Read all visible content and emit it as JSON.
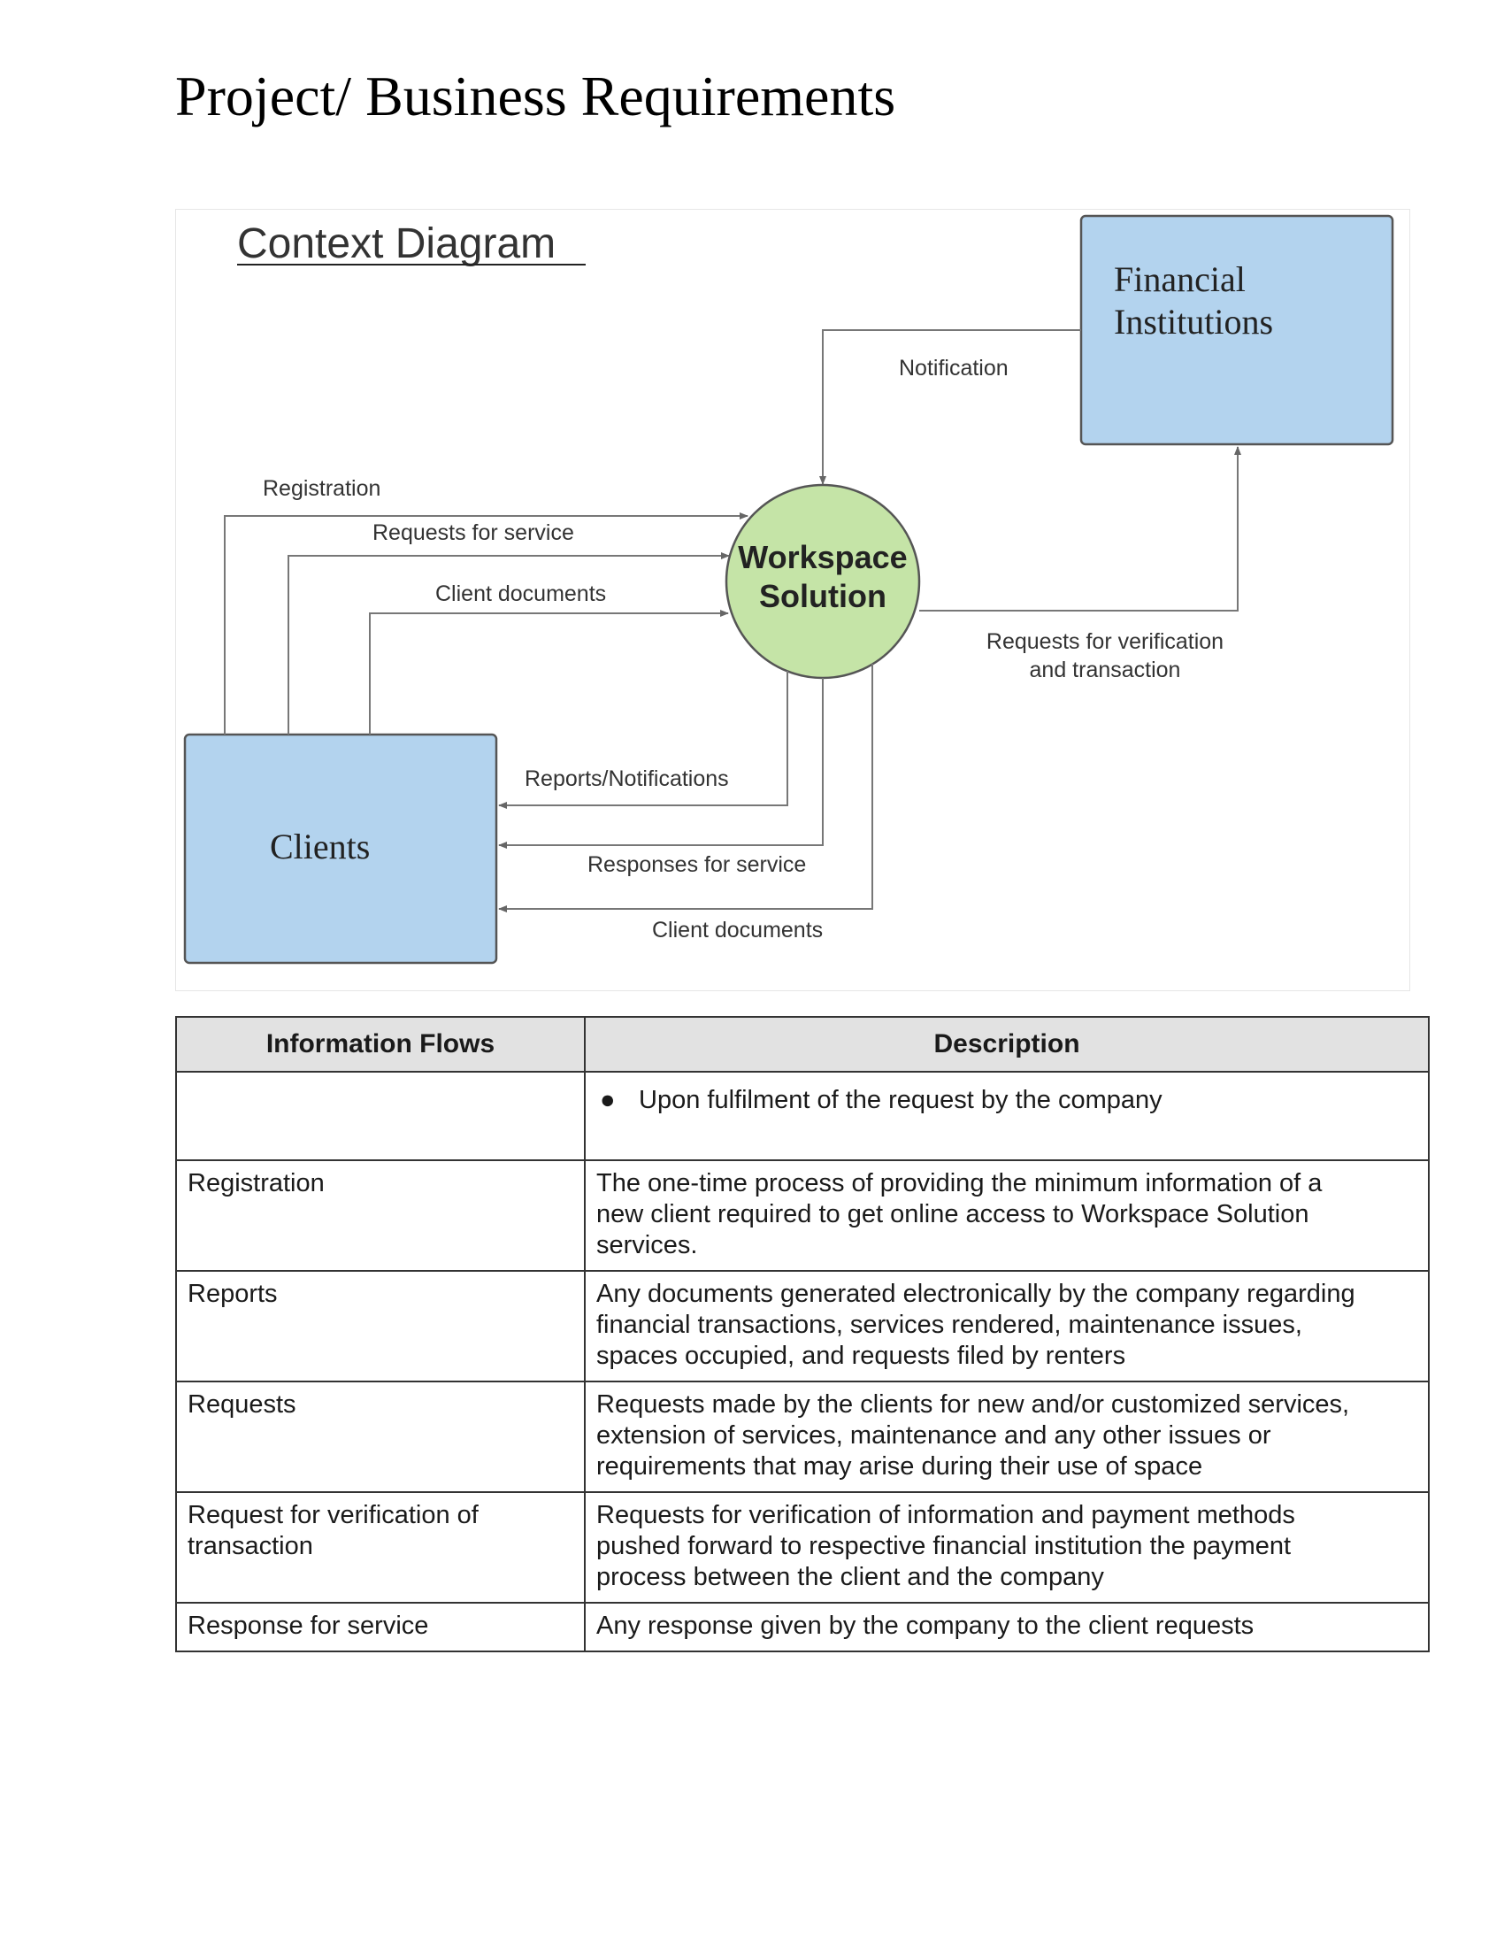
{
  "page": {
    "title": "Project/ Business Requirements"
  },
  "diagram": {
    "title": "Context Diagram",
    "entities": {
      "financial": {
        "line1": "Financial",
        "line2": "Institutions",
        "fill": "#b3d3ee",
        "stroke": "#555555"
      },
      "clients": {
        "label": "Clients",
        "fill": "#b3d3ee",
        "stroke": "#555555"
      },
      "process": {
        "line1": "Workspace",
        "line2": "Solution",
        "fill": "#c5e4a7",
        "stroke": "#555555"
      }
    },
    "flows": {
      "notification": "Notification",
      "registration": "Registration",
      "requests_for_service": "Requests for service",
      "client_documents_in": "Client documents",
      "verification_line1": "Requests for verification",
      "verification_line2": "and transaction",
      "reports_notifications": "Reports/Notifications",
      "responses_for_service": "Responses for service",
      "client_documents_out": "Client documents"
    },
    "colors": {
      "arrow": "#777777"
    }
  },
  "table": {
    "headers": [
      "Information Flows",
      "Description"
    ],
    "bullet_row": {
      "text": "Upon fulfilment of the request by the company"
    },
    "rows": [
      {
        "flow": "Registration",
        "description_lines": [
          "The one-time process of providing the minimum information of a",
          "new client required to get online access to Workspace Solution",
          "services."
        ]
      },
      {
        "flow": "Reports",
        "description_lines": [
          "Any documents generated electronically by the company regarding",
          "financial transactions, services rendered, maintenance issues,",
          "spaces occupied, and requests filed by renters"
        ]
      },
      {
        "flow": "Requests",
        "description_lines": [
          "Requests made by the clients for new and/or customized services,",
          "extension of services, maintenance and any other issues or",
          "requirements that may arise during their use of space"
        ]
      },
      {
        "flow_lines": [
          "Request for verification of",
          "transaction"
        ],
        "description_lines": [
          "Requests for verification of information and payment methods",
          "pushed forward to respective financial institution the payment",
          "process between the client and the company"
        ]
      },
      {
        "flow": "Response for service",
        "description_lines": [
          "Any response given by the company to the client requests"
        ]
      }
    ]
  }
}
